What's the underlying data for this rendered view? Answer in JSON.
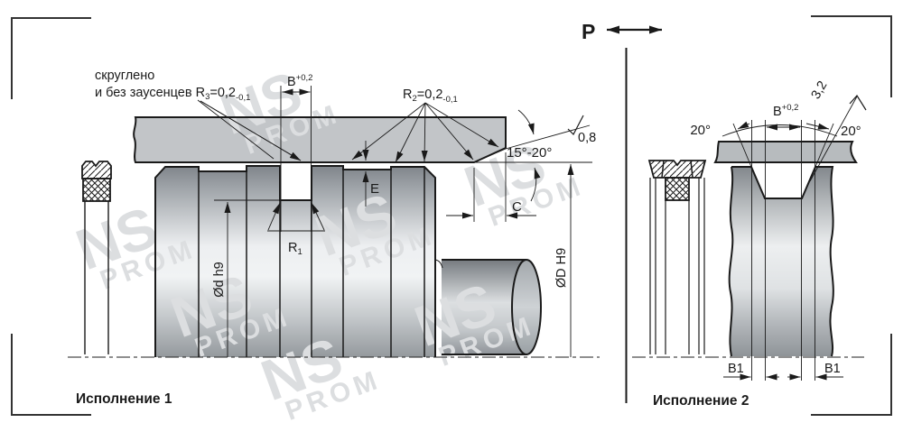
{
  "header": {
    "pressure_symbol": "P"
  },
  "watermark": {
    "part1": "NS",
    "part2": "PROM"
  },
  "version1": {
    "caption": "Исполнение 1",
    "note_line1": "скруглено",
    "note_line2": "и без заусенцев ",
    "note_r": "R",
    "note_r_sub": "3",
    "note_r_val": "=0,2",
    "note_r_tol": "-0,1",
    "dim_b": "B",
    "dim_b_sup": "+0,2",
    "dim_r2": "R",
    "dim_r2_sub": "2",
    "dim_r2_val": "=0,2",
    "dim_r2_tol": "-0,1",
    "roughness_chamfer": "0,8",
    "chamfer_angle": "15°-20°",
    "dim_e": "E",
    "dim_r1": "R",
    "dim_r1_sub": "1",
    "dim_shaft_dia": "Ød h9",
    "dim_c": "C",
    "dim_bore_dia": "ØD H9"
  },
  "version2": {
    "caption": "Исполнение 2",
    "angle_left": "20°",
    "angle_right": "20°",
    "dim_b": "B",
    "dim_b_sup": "+0,2",
    "roughness_groove": "3,2",
    "dim_b1_left": "B1",
    "dim_b1_right": "B1"
  },
  "colors": {
    "line": "#1a1a1a",
    "housing_gray": "#c2c5c8",
    "plate_gray": "#b7bbbe",
    "shaft_light": "#eef0f1",
    "shaft_dark": "#82878c",
    "watermark_gray": "#dcdee0",
    "background": "#ffffff"
  }
}
